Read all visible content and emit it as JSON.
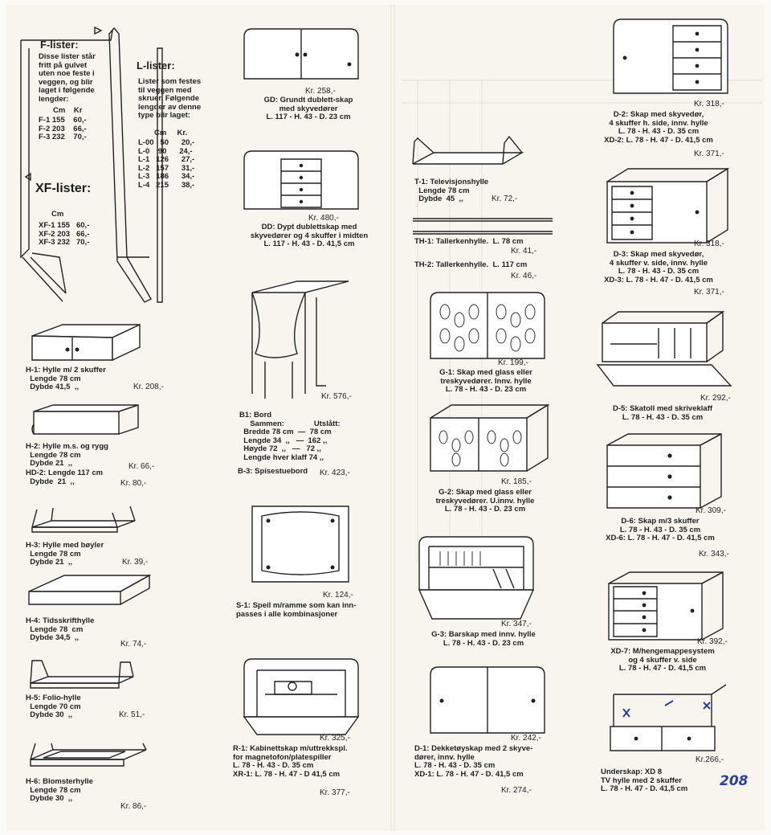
{
  "flister": {
    "title": "F-lister:",
    "desc": "Disse lister står\nfritt på gulvet\nuten noe feste i\nveggen, og blir\nlaget i følgende\nlengder:",
    "cols": "Cm    Kr",
    "rows": "F-1 155    60,-\nF-2 203    66,-\nF-3 232    70,-"
  },
  "llister": {
    "title": "L-lister:",
    "desc": "Lister som festes\ntil veggen med\nskruer. Følgende\nlengder av denne\ntype blir laget:",
    "cols": "Cm     Kr.",
    "rows": "L-00   50      20,-\nL-0    90      24,-\nL-1   126      27,-\nL-2   157      31,-\nL-3   186      34,-\nL-4   215      38,-"
  },
  "xflister": {
    "title": "XF-lister:",
    "cols": "Cm",
    "rows": "XF-1 155   60,-\nXF-2 203   66,-\nXF-3 232   70,-"
  },
  "col1": [
    {
      "desc": "H-1: Hylle m/ 2 skuffer\n  Lengde 78 cm\n  Dybde 41,5  ,,",
      "price": "Kr. 208,-"
    },
    {
      "desc": "H-2: Hylle m.s. og rygg\n  Lengde 78 cm\n  Dybde 21  ,,",
      "price": "Kr. 66,-"
    },
    {
      "desc": "HD-2: Lengde 117 cm\n  Dybde  21  ,,",
      "price": "Kr. 80,-"
    },
    {
      "desc": "H-3: Hylle med bøyler\n  Lengde 78 cm\n  Dybde 21  ,,",
      "price": "Kr. 39,-"
    },
    {
      "desc": "H-4: Tidsskrifthylle\n  Lengde 78  cm\n  Dybde 34,5  ,,",
      "price": "Kr. 74,-"
    },
    {
      "desc": "H-5: Folio-hylle\n  Lengde 70 cm\n  Dybde 30  ,,",
      "price": "Kr. 51,-"
    },
    {
      "desc": "H-6: Blomsterhylle\n  Lengde 78 cm\n  Dybde 30  ,,",
      "price": "Kr. 86,-"
    }
  ],
  "col2": [
    {
      "price": "Kr. 258,-",
      "desc": "GD: Grundt dublett-skap\nmed skyvedører\nL. 117 - H. 43 - D. 23 cm"
    },
    {
      "price": "Kr. 480,-",
      "desc": "DD: Dypt dublettskap med\nskyvedører og 4 skuffer i midten\nL. 117 - H. 43 - D. 41,5 cm"
    },
    {
      "price": "Kr. 576,-",
      "desc": "B1: Bord\n     Sammen:              Utslått:\n  Bredde 78 cm  —  78 cm\n  Lengde 34  ,,   —  162 ,,\n  Høyde 72  ,,   —   72 ,,\n  Lengde hver klaff 74 ,,"
    },
    {
      "price": "Kr. 423,-",
      "desc": "B-3: Spisestuebord"
    },
    {
      "price": "Kr. 124,-",
      "desc": "S-1: Speil m/ramme som kan inn-\npasses i alle kombinasjoner"
    },
    {
      "price": "Kr. 325,-",
      "desc": "R-1: Kabinettskap m/uttrekkspl.\nfor magnetofon/platespiller\nL. 78 - H. 43 - D. 35 cm\nXR-1: L. 78 - H. 47 - D 41,5 cm"
    },
    {
      "price": "Kr. 377,-"
    }
  ],
  "col3": [
    {
      "desc": "T-1: Televisjonshylle\n  Lengde 78 cm\n  Dybde  45  ,,",
      "price": "Kr. 72,-"
    },
    {
      "desc": "TH-1: Tallerkenhylle.  L. 78 cm",
      "price": "Kr. 41,-"
    },
    {
      "desc": "TH-2: Tallerkenhylle.  L. 117 cm",
      "price": "Kr. 46,-"
    },
    {
      "price": "Kr. 199,-",
      "desc": "G-1: Skap med glass eller\ntreskyvedører. Innv. hylle\nL. 78 - H. 43 - D. 23 cm"
    },
    {
      "price": "Kr. 185,-",
      "desc": "G-2: Skap med glass eller\ntreskyvedører. U.innv. hylle\nL. 78 - H. 43 - D. 23 cm"
    },
    {
      "price": "Kr. 347,-",
      "desc": "G-3: Barskap med innv. hylle\nL. 78 - H. 43 - D. 23 cm"
    },
    {
      "price": "Kr. 242,-",
      "desc": "D-1: Dekketøyskap med 2 skyve-\ndører, innv. hylle\nL. 78 - H. 43 - D. 35 cm\nXD-1: L. 78 - H. 47 - D. 41,5 cm"
    },
    {
      "price": "Kr. 274,-"
    }
  ],
  "col4": [
    {
      "price": "Kr. 318,-",
      "desc": "D-2: Skap med skyvedør,\n4 skuffer h. side, innv. hylle\nL. 78 - H. 43 - D. 35 cm\nXD-2: L. 78 - H. 47 - D. 41,5 cm"
    },
    {
      "price": "Kr. 371,-"
    },
    {
      "price": "Kr. 318,-",
      "desc": "D-3: Skap med skyvedør,\n4 skuffer v. side, innv. hylle\nL. 78 - H. 43 - D. 35 cm\nXD-3: L. 78 - H. 47 - D. 41,5 cm"
    },
    {
      "price": "Kr. 371,-"
    },
    {
      "price": "Kr. 292,-",
      "desc": "D-5: Skatoll med skriveklaff\nL. 78 - H. 43 - D. 35 cm"
    },
    {
      "price": "Kr. 309,-",
      "desc": "D-6: Skap m/3 skuffer\nL. 78 - H. 43 - D. 35 cm\nXD-6: L. 78 - H. 47 - D. 41,5 cm"
    },
    {
      "price": "Kr. 343,-"
    },
    {
      "price": "Kr. 392,-",
      "desc": "XD-7: M/hengemappesystem\nog 4 skuffer v. side\nL. 78 - H. 47 - D. 41,5 cm"
    },
    {
      "price": "Kr.266,-",
      "desc": "Underskap: XD 8\nTV hylle med 2 skuffer\nL. 78 - H. 47 - D. 41,5 cm"
    }
  ],
  "handwritten": {
    "value": "208"
  }
}
